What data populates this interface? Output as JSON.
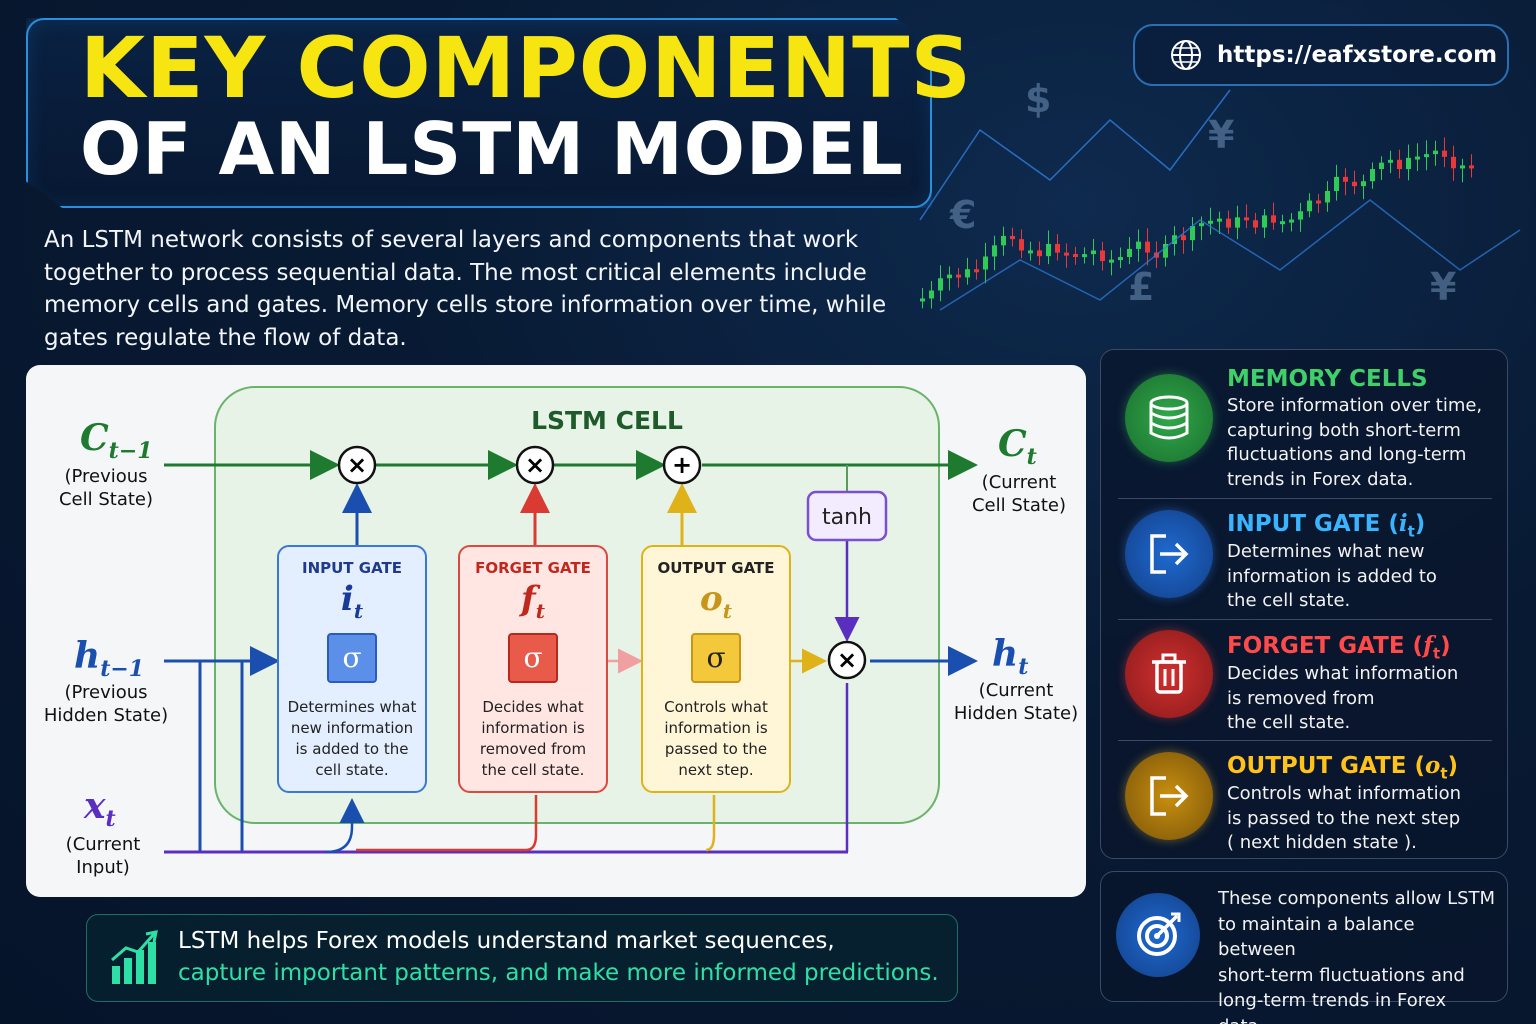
{
  "title": {
    "line1": "KEY COMPONENTS",
    "line2": "OF AN LSTM MODEL"
  },
  "url": "https://eafxstore.com",
  "intro": "An LSTM network consists of several layers and components that work together to process sequential data. The most critical elements include memory cells and gates. Memory cells store information over time, while gates regulate the flow of data.",
  "currency_symbols": [
    "$",
    "¥",
    "€",
    "£",
    "¥"
  ],
  "diagram": {
    "cell_title": "LSTM CELL",
    "inputs": {
      "c_prev": {
        "var": "C",
        "sub": "t−1",
        "desc1": "(Previous",
        "desc2": "Cell State)"
      },
      "h_prev": {
        "var": "h",
        "sub": "t−1",
        "desc1": "(Previous",
        "desc2": "Hidden State)"
      },
      "x_t": {
        "var": "x",
        "sub": "t",
        "desc1": "(Current",
        "desc2": "Input)"
      }
    },
    "outputs": {
      "c_t": {
        "var": "C",
        "sub": "t",
        "desc1": "(Current",
        "desc2": "Cell State)"
      },
      "h_t": {
        "var": "h",
        "sub": "t",
        "desc1": "(Current",
        "desc2": "Hidden State)"
      }
    },
    "ops": {
      "mult": "×",
      "add": "+",
      "tanh": "tanh"
    },
    "gates": {
      "input": {
        "name": "INPUT GATE",
        "sym": "i",
        "sub": "t",
        "sigma": "σ",
        "desc": [
          "Determines what",
          "new information",
          "is added to the",
          "cell state."
        ]
      },
      "forget": {
        "name": "FORGET GATE",
        "sym": "f",
        "sub": "t",
        "sigma": "σ",
        "desc": [
          "Decides what",
          "information is",
          "removed from",
          "the cell state."
        ]
      },
      "output": {
        "name": "OUTPUT GATE",
        "sym": "o",
        "sub": "t",
        "sigma": "σ",
        "desc": [
          "Controls what",
          "information is",
          "passed to the",
          "next step."
        ]
      }
    }
  },
  "note": {
    "line1": "LSTM helps Forex models understand market sequences,",
    "line2": "capture important patterns, and make more informed predictions."
  },
  "side": [
    {
      "title": "MEMORY CELLS",
      "sym": "",
      "sub": "",
      "color": "#3fd06a",
      "desc": [
        "Store information over time,",
        "capturing both short-term",
        "fluctuations and long-term",
        "trends in Forex data."
      ]
    },
    {
      "title": "INPUT GATE (",
      "sym": "i",
      "sub": "t",
      "color": "#3ab4ff",
      "desc": [
        "Determines what new",
        "information is added to",
        "the cell state."
      ]
    },
    {
      "title": "FORGET GATE (",
      "sym": "f",
      "sub": "t",
      "color": "#ff4a4a",
      "desc": [
        "Decides what information",
        "is removed from",
        "the cell state."
      ]
    },
    {
      "title": "OUTPUT GATE (",
      "sym": "o",
      "sub": "t",
      "color": "#ffc21a",
      "desc": [
        "Controls what information",
        "is passed to the next step",
        "( next hidden state )."
      ]
    }
  ],
  "summary": [
    "These components allow LSTM",
    "to maintain a balance between",
    "short-term fluctuations and",
    "long-term trends in Forex data."
  ],
  "colors": {
    "title_yellow": "#f6e510",
    "cell_line": "#1e7a2e",
    "hidden_line": "#1a4fb0",
    "input_line": "#5a2fc0",
    "forget": "#d93a32",
    "output": "#e0b21a",
    "tanh": "#7a4fd0"
  }
}
